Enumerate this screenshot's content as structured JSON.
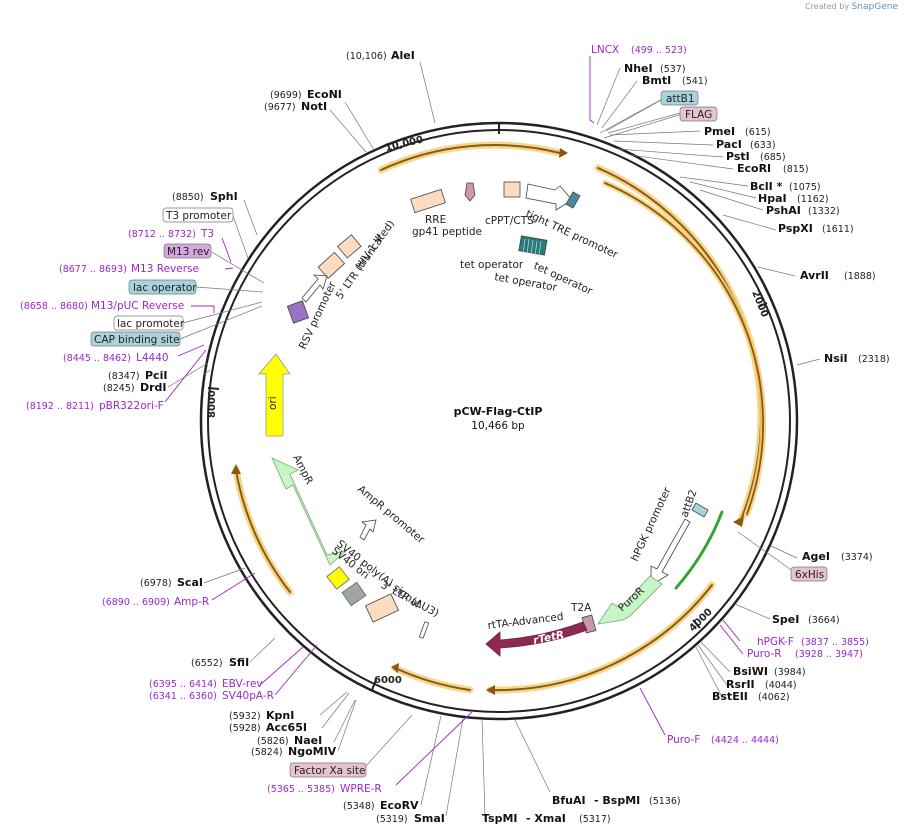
{
  "credit": {
    "prefix": "Created by",
    "brand": "SnapGene"
  },
  "plasmid": {
    "name": "pCW-Flag-CtIP",
    "size_label": "10,466 bp"
  },
  "scale_ticks": [
    "10,000",
    "2000",
    "4000",
    "6000",
    "8000"
  ],
  "restriction_sites": [
    {
      "name": "AleI",
      "pos": "(10,106)"
    },
    {
      "name": "EcoNI",
      "pos": "(9699)"
    },
    {
      "name": "NotI",
      "pos": "(9677)"
    },
    {
      "name": "SphI",
      "pos": "(8850)"
    },
    {
      "name": "NheI",
      "pos": "(537)"
    },
    {
      "name": "BmtI",
      "pos": "(541)"
    },
    {
      "name": "PmeI",
      "pos": "(615)"
    },
    {
      "name": "PacI",
      "pos": "(633)"
    },
    {
      "name": "PstI",
      "pos": "(685)"
    },
    {
      "name": "EcoRI",
      "pos": "(815)"
    },
    {
      "name": "BclI *",
      "pos": "(1075)"
    },
    {
      "name": "HpaI",
      "pos": "(1162)"
    },
    {
      "name": "PshAI",
      "pos": "(1332)"
    },
    {
      "name": "PspXI",
      "pos": "(1611)"
    },
    {
      "name": "AvrII",
      "pos": "(1888)"
    },
    {
      "name": "NsiI",
      "pos": "(2318)"
    },
    {
      "name": "PciI",
      "pos": "(8347)"
    },
    {
      "name": "DrdI",
      "pos": "(8245)"
    },
    {
      "name": "AgeI",
      "pos": "(3374)"
    },
    {
      "name": "SpeI",
      "pos": "(3664)"
    },
    {
      "name": "BsiWI",
      "pos": "(3984)"
    },
    {
      "name": "RsrII",
      "pos": "(4044)"
    },
    {
      "name": "BstEII",
      "pos": "(4062)"
    },
    {
      "name": "ScaI",
      "pos": "(6978)"
    },
    {
      "name": "SfiI",
      "pos": "(6552)"
    },
    {
      "name": "KpnI",
      "pos": "(5932)"
    },
    {
      "name": "Acc65I",
      "pos": "(5928)"
    },
    {
      "name": "NaeI",
      "pos": "(5826)"
    },
    {
      "name": "NgoMIV",
      "pos": "(5824)"
    },
    {
      "name": "EcoRV",
      "pos": "(5348)"
    },
    {
      "name": "SmaI",
      "pos": "(5319)"
    },
    {
      "name": "TspMI",
      "pos": ""
    },
    {
      "name": "- XmaI",
      "pos": "(5317)"
    },
    {
      "name": "BfuAI",
      "pos": ""
    },
    {
      "name": "- BspMI",
      "pos": "(5136)"
    }
  ],
  "primers": [
    {
      "name": "LNCX",
      "pos": "(499 .. 523)"
    },
    {
      "name": "T3",
      "pos": "(8712 .. 8732)"
    },
    {
      "name": "M13 Reverse",
      "pos": "(8677 .. 8693)"
    },
    {
      "name": "M13/pUC Reverse",
      "pos": "(8658 .. 8680)"
    },
    {
      "name": "L4440",
      "pos": "(8445 .. 8462)"
    },
    {
      "name": "pBR322ori-F",
      "pos": "(8192 .. 8211)"
    },
    {
      "name": "hPGK-F",
      "pos": "(3837 .. 3855)"
    },
    {
      "name": "Puro-R",
      "pos": "(3928 .. 3947)"
    },
    {
      "name": "Puro-F",
      "pos": "(4424 .. 4444)"
    },
    {
      "name": "Amp-R",
      "pos": "(6890 .. 6909)"
    },
    {
      "name": "EBV-rev",
      "pos": "(6395 .. 6414)"
    },
    {
      "name": "SV40pA-R",
      "pos": "(6341 .. 6360)"
    },
    {
      "name": "WPRE-R",
      "pos": "(5365 .. 5385)"
    }
  ],
  "boxed_labels": [
    {
      "text": "attB1",
      "color": "#a8d3dc"
    },
    {
      "text": "FLAG",
      "color": "#e6c3cd"
    },
    {
      "text": "T3 promoter",
      "color": "#ffffff"
    },
    {
      "text": "M13 rev",
      "color": "#d6a8e2"
    },
    {
      "text": "lac operator",
      "color": "#a8d3dc"
    },
    {
      "text": "lac promoter",
      "color": "#ffffff"
    },
    {
      "text": "CAP binding site",
      "color": "#a8d3dc"
    },
    {
      "text": "6xHis",
      "color": "#e6c3cd"
    },
    {
      "text": "Factor Xa site",
      "color": "#e6c3cd"
    }
  ],
  "features": [
    {
      "text": "RRE"
    },
    {
      "text": "gp41 peptide"
    },
    {
      "text": "cPPT/CTS"
    },
    {
      "text": "tight TRE promoter"
    },
    {
      "text": "tet operator"
    },
    {
      "text": "tet operator"
    },
    {
      "text": "tet operator"
    },
    {
      "text": "HIV-1 Ψ"
    },
    {
      "text": "5' LTR (truncated)"
    },
    {
      "text": "RSV promoter"
    },
    {
      "text": "ori"
    },
    {
      "text": "AmpR"
    },
    {
      "text": "AmpR promoter"
    },
    {
      "text": "SV40 poly(A) signal"
    },
    {
      "text": "SV40 ori"
    },
    {
      "text": "3' LTR (ΔU3)"
    },
    {
      "text": "hPGK promoter"
    },
    {
      "text": "attB2"
    },
    {
      "text": "PuroR"
    },
    {
      "text": "T2A"
    },
    {
      "text": "rtTA-Advanced"
    },
    {
      "text": "rTetR"
    }
  ],
  "colors": {
    "backbone": "#222222",
    "orf_arrow": "#8a5a12",
    "orf_glow": "#f6cf78",
    "primer": "#9b27c9",
    "ori": "#ffff00",
    "ampr": "#c6f5c6",
    "rtetr": "#8e2a52",
    "promoter": "#ffffff",
    "ltr": "#fbdcc0"
  }
}
